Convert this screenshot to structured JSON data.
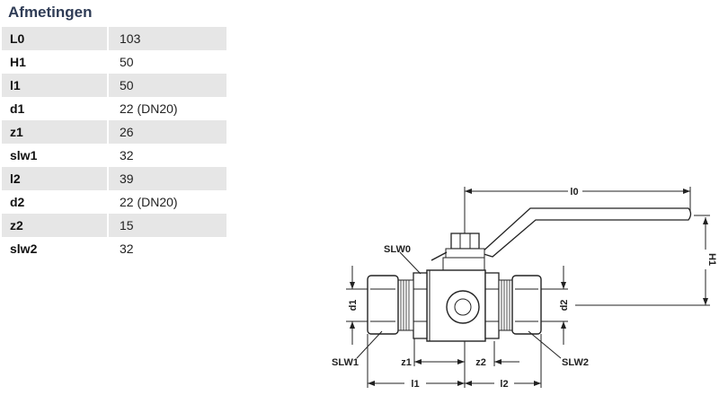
{
  "section_title": "Afmetingen",
  "dimensions": [
    {
      "label": "L0",
      "value": "103"
    },
    {
      "label": "H1",
      "value": "50"
    },
    {
      "label": "l1",
      "value": "50"
    },
    {
      "label": "d1",
      "value": "22 (DN20)"
    },
    {
      "label": "z1",
      "value": "26"
    },
    {
      "label": "slw1",
      "value": "32"
    },
    {
      "label": "l2",
      "value": "39"
    },
    {
      "label": "d2",
      "value": "22 (DN20)"
    },
    {
      "label": "z2",
      "value": "15"
    },
    {
      "label": "slw2",
      "value": "32"
    }
  ],
  "drawing_labels": {
    "l0": "l0",
    "H1": "H1",
    "SLW0": "SLW0",
    "SLW1": "SLW1",
    "SLW2": "SLW2",
    "d1": "d1",
    "d2": "d2",
    "z1": "z1",
    "z2": "z2",
    "l1": "l1",
    "l2": "l2"
  }
}
